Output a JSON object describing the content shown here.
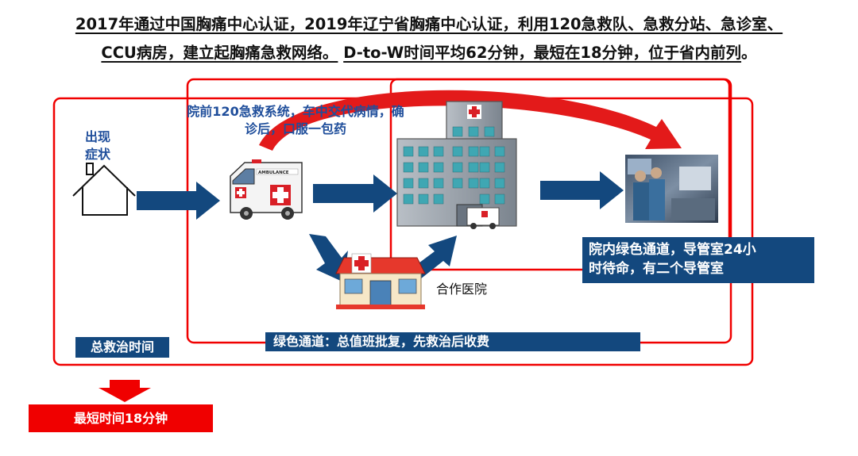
{
  "header": {
    "line1": "2017年通过中国胸痛中心认证，2019年辽宁省胸痛中心认证，利用120急救队、急救分站、急诊室、",
    "line2_a": "CCU病房，建立起胸痛急救网络。",
    "line2_b": "D-to-W时间平均62分钟，最短在18分钟，位于省内前列",
    "line2_c": "。"
  },
  "diagram": {
    "symptom": "出现\n症状",
    "prehospital_note": "院前120急救系统，车中交代病情，确\n诊后，口服一包药",
    "ambulance_sign": "AMBULANCE",
    "partner_hospital": "合作医院",
    "inhospital_note": "院内绿色通道，导管室24小\n时待命，有二个导管室",
    "total_time": "总救治时间",
    "green_channel": "绿色通道：总值班批复，先救治后收费",
    "shortest_time": "最短时间18分钟"
  },
  "colors": {
    "blue": "#13487e",
    "red": "#f00000",
    "title_blue": "#1f4e9b"
  }
}
